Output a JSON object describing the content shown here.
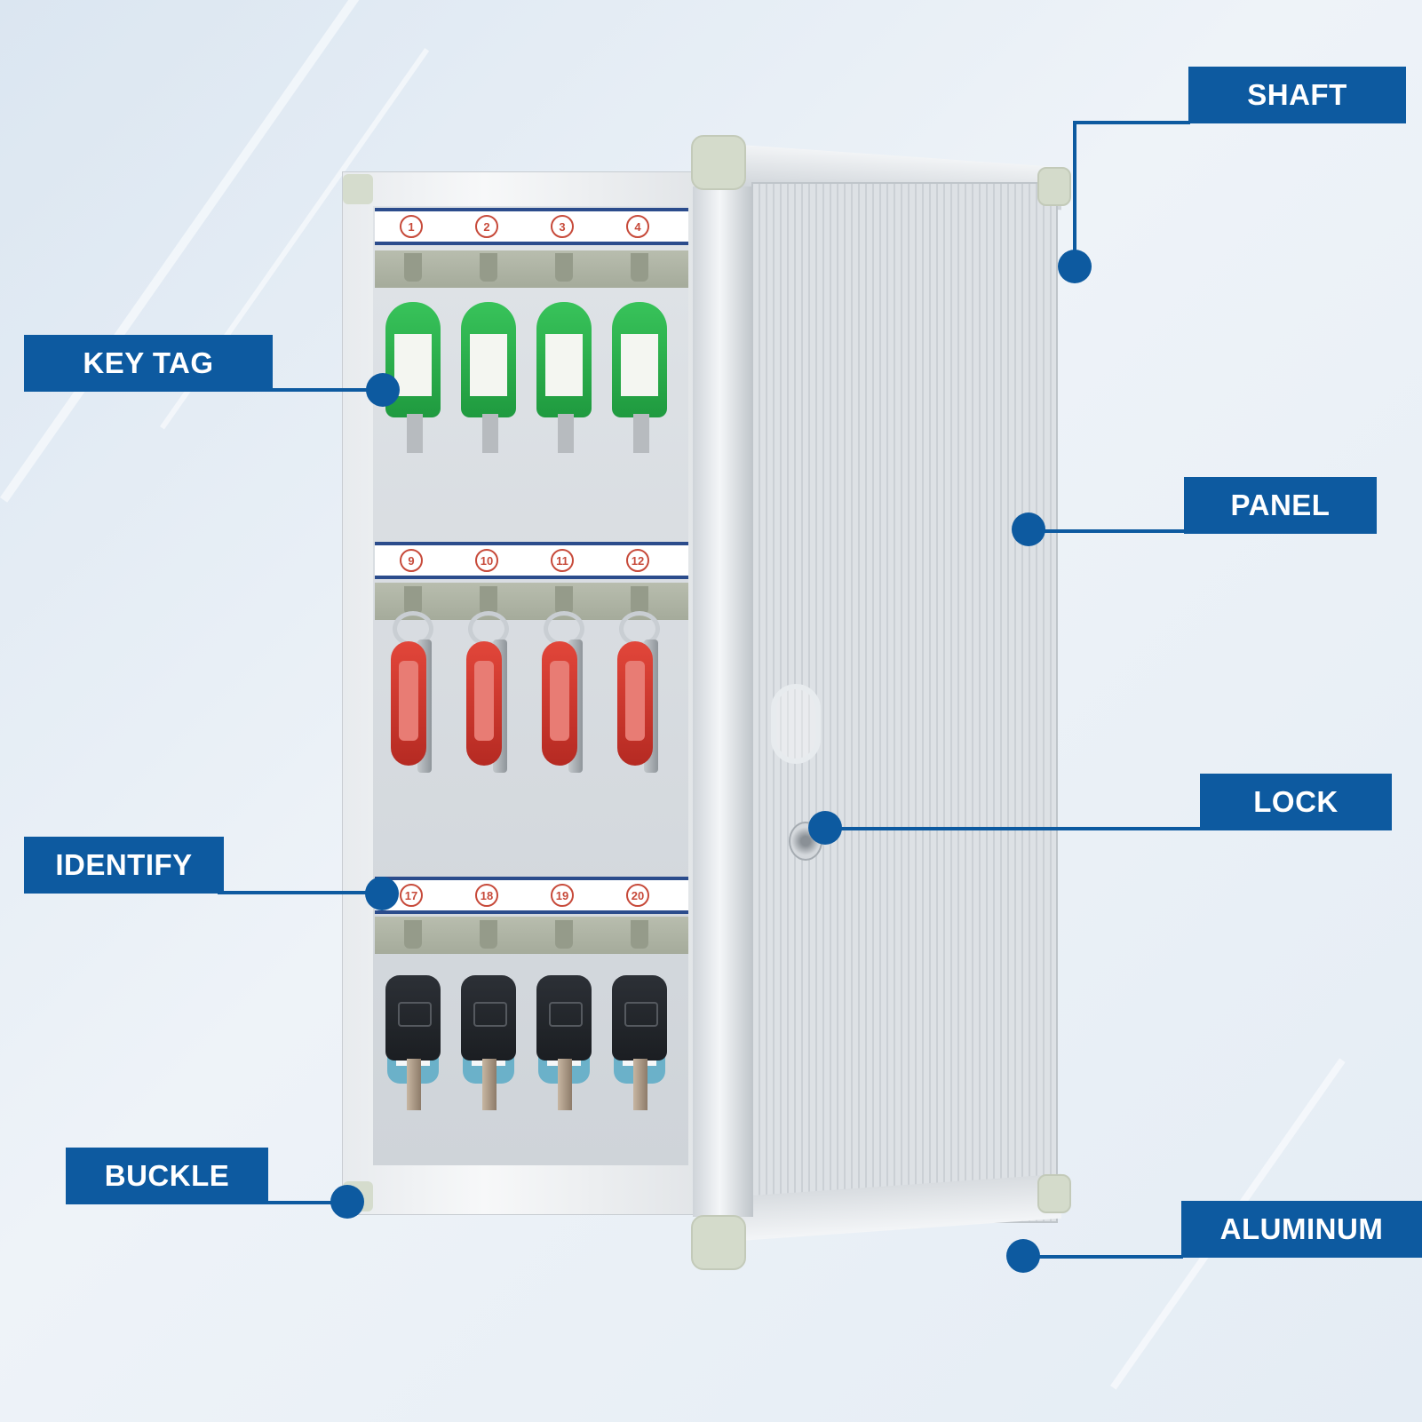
{
  "callouts": {
    "shaft": "SHAFT",
    "key_tag": "KEY TAG",
    "panel": "PANEL",
    "lock": "LOCK",
    "identify": "IDENTIFY",
    "buckle": "BUCKLE",
    "aluminum": "ALUMINUM"
  },
  "hook_numbers": {
    "row1": [
      "1",
      "2",
      "3",
      "4"
    ],
    "row2": [
      "9",
      "10",
      "11",
      "12"
    ],
    "row3": [
      "17",
      "18",
      "19",
      "20"
    ]
  },
  "colors": {
    "callout_blue": "#0d5aa0",
    "tag_green": "#2bb24c",
    "tag_red": "#d23a30",
    "tag_blue": "#6bb1c9",
    "key_black": "#23272c"
  },
  "icons": [
    "key-icon"
  ]
}
